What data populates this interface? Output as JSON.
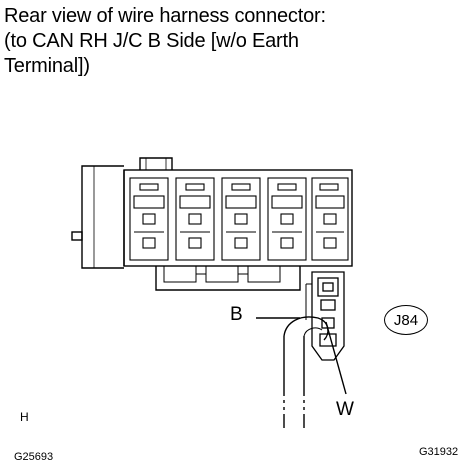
{
  "caption": {
    "line1": "Rear view of wire harness connector:",
    "line2": "(to CAN RH J/C B Side [w/o Earth",
    "line3": "Terminal])"
  },
  "labels": {
    "wire_b": "B",
    "wire_w": "W",
    "marker_h": "H",
    "connector_id": "J84"
  },
  "codes": {
    "left": "G25693",
    "right": "G31932"
  }
}
